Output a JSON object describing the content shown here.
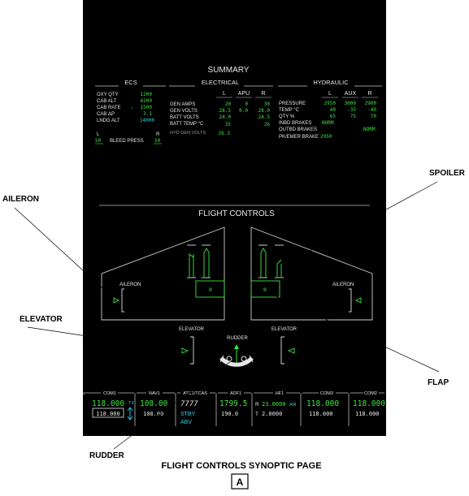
{
  "summary": {
    "title": "SUMMARY",
    "ecs": {
      "header": "ECS",
      "rows": [
        {
          "label": "OXY QTY",
          "value": "1200"
        },
        {
          "label": "CAB ALT",
          "value": "4200"
        },
        {
          "label": "CAB RATE",
          "arrow": "↓",
          "value": "1500"
        },
        {
          "label": "CAB ΔP",
          "value": "3.1"
        },
        {
          "label": "LNDG ALT",
          "value": "14000"
        }
      ],
      "bleed_l_label": "L",
      "bleed_r_label": "R",
      "bleed_l_value": "50",
      "bleed_r_value": "50",
      "bleed_label": "BLEED PRESS"
    },
    "electrical": {
      "header": "ELECTRICAL",
      "col_l": "L",
      "col_apu": "APU",
      "col_r": "R",
      "rows": [
        {
          "label": "GEN AMPS",
          "l": "20",
          "apu": "0",
          "r": "30"
        },
        {
          "label": "GEN VOLTS",
          "l": "28.5",
          "apu": "0.0",
          "r": "28.0"
        },
        {
          "label": "BATT VOLTS",
          "l": "24.0",
          "apu": "",
          "r": "24.5"
        },
        {
          "label": "BATT TEMP °C",
          "l": "35",
          "apu": "",
          "r": "26"
        }
      ],
      "hyd_gen_label": "HYD GEN VOLTS",
      "hyd_gen_value": "26.3"
    },
    "hydraulic": {
      "header": "HYDRAULIC",
      "col_l": "L",
      "col_aux": "AUX",
      "col_r": "R",
      "rows": [
        {
          "label": "PRESSURE",
          "l": "2950",
          "aux": "3000",
          "r": "2900"
        },
        {
          "label": "TEMP °C",
          "l": "40",
          "aux": "-35",
          "r": "-40"
        },
        {
          "label": "QTY %",
          "l": "65",
          "aux": "75",
          "r": "70"
        },
        {
          "label": "INBD BRAKES",
          "l": "NORM",
          "aux": "",
          "r": ""
        },
        {
          "label": "OUTBD BRAKES",
          "l": "",
          "aux": "",
          "r": "NORM"
        },
        {
          "label": "PK/EMER BRAKE",
          "l": "2950",
          "aux": "",
          "r": ""
        }
      ]
    }
  },
  "flight_controls": {
    "title": "FLIGHT CONTROLS",
    "aileron_left": "AILERON",
    "aileron_right": "AILERON",
    "flap_left_value": "0",
    "flap_right_value": "0",
    "elevator_left": "ELEVATOR",
    "elevator_right": "ELEVATOR",
    "rudder": "RUDDER"
  },
  "radio_bar": {
    "com1": {
      "label": "COM1",
      "active": "118.000",
      "tx": "TX",
      "standby": "118.000"
    },
    "nav1": {
      "label": "NAV1",
      "active": "108.00",
      "standby": "108.00"
    },
    "atc": {
      "label": "ATC1/TCAS",
      "code": "7777",
      "mode": "STBY",
      "mode2": "ABV"
    },
    "adf1": {
      "label": "ADF1",
      "active": "1799.5",
      "standby": "190.0"
    },
    "hf1": {
      "label": "HF1",
      "r_prefix": "R",
      "r_value": "23.0000",
      "r_mode": "AM",
      "t_prefix": "T",
      "t_value": "2.0000"
    },
    "com3": {
      "label": "COM3",
      "active": "118.000",
      "standby": "118.000"
    },
    "com2": {
      "label": "COM2",
      "active": "118.000",
      "standby": "118.000"
    }
  },
  "callouts": {
    "aileron": "AILERON",
    "spoiler": "SPOILER",
    "elevator": "ELEVATOR",
    "flap": "FLAP",
    "rudder": "RUDDER"
  },
  "caption": "FLIGHT CONTROLS SYNOPTIC PAGE",
  "figure_letter": "A",
  "colors": {
    "screen": "#000000",
    "text_white": "#e6e6e6",
    "text_green": "#3ee63e",
    "text_cyan": "#2ecfe6"
  }
}
